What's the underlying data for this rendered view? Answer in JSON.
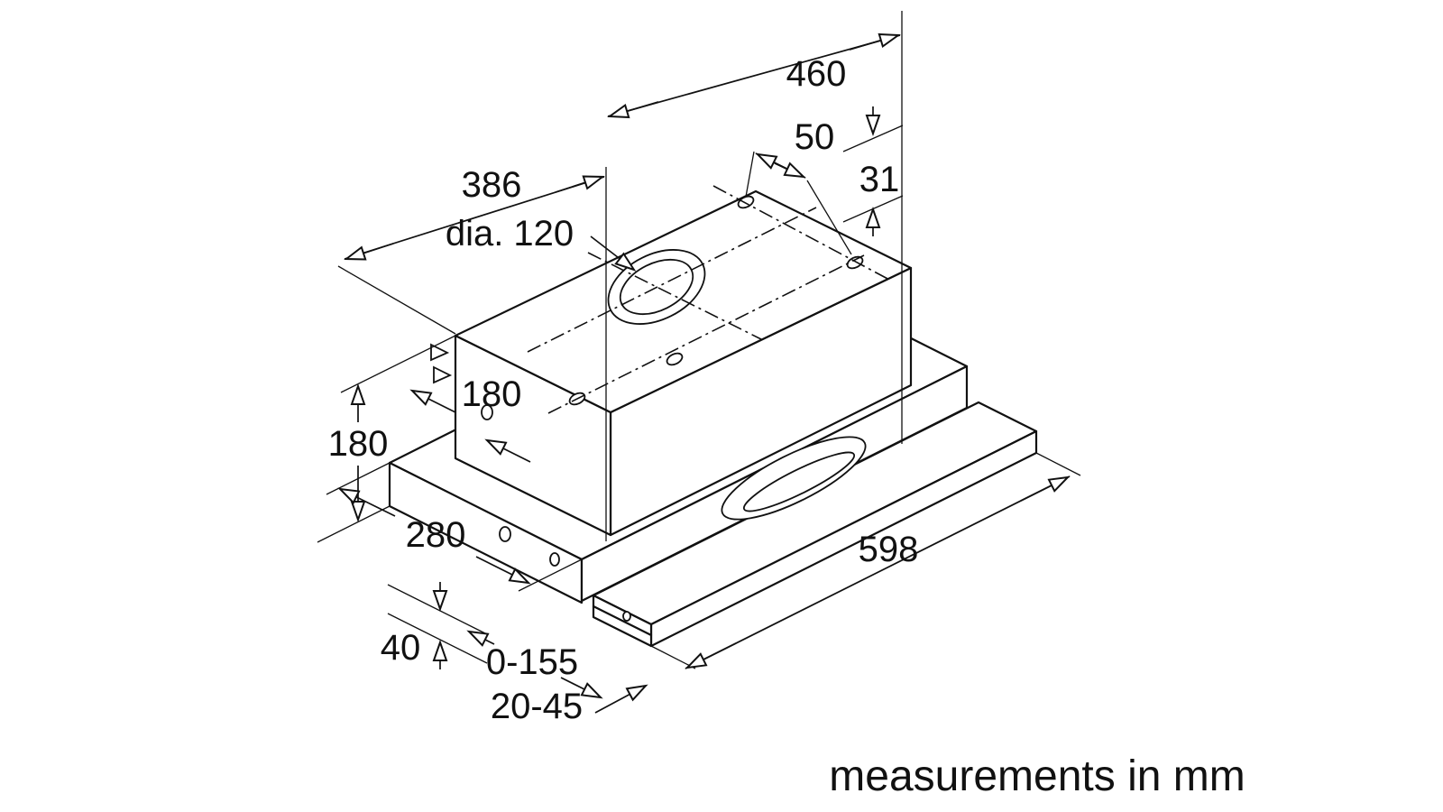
{
  "caption": "measurements in mm",
  "labels": {
    "w460": "460",
    "w50": "50",
    "w31": "31",
    "w386": "386",
    "dia": "dia. 120",
    "h180_inner": "180",
    "h180_outer": "180",
    "d280": "280",
    "w598": "598",
    "h40": "40",
    "travel": "0-155",
    "gap": "20-45"
  },
  "colors": {
    "line": "#111111",
    "background": "#ffffff"
  }
}
